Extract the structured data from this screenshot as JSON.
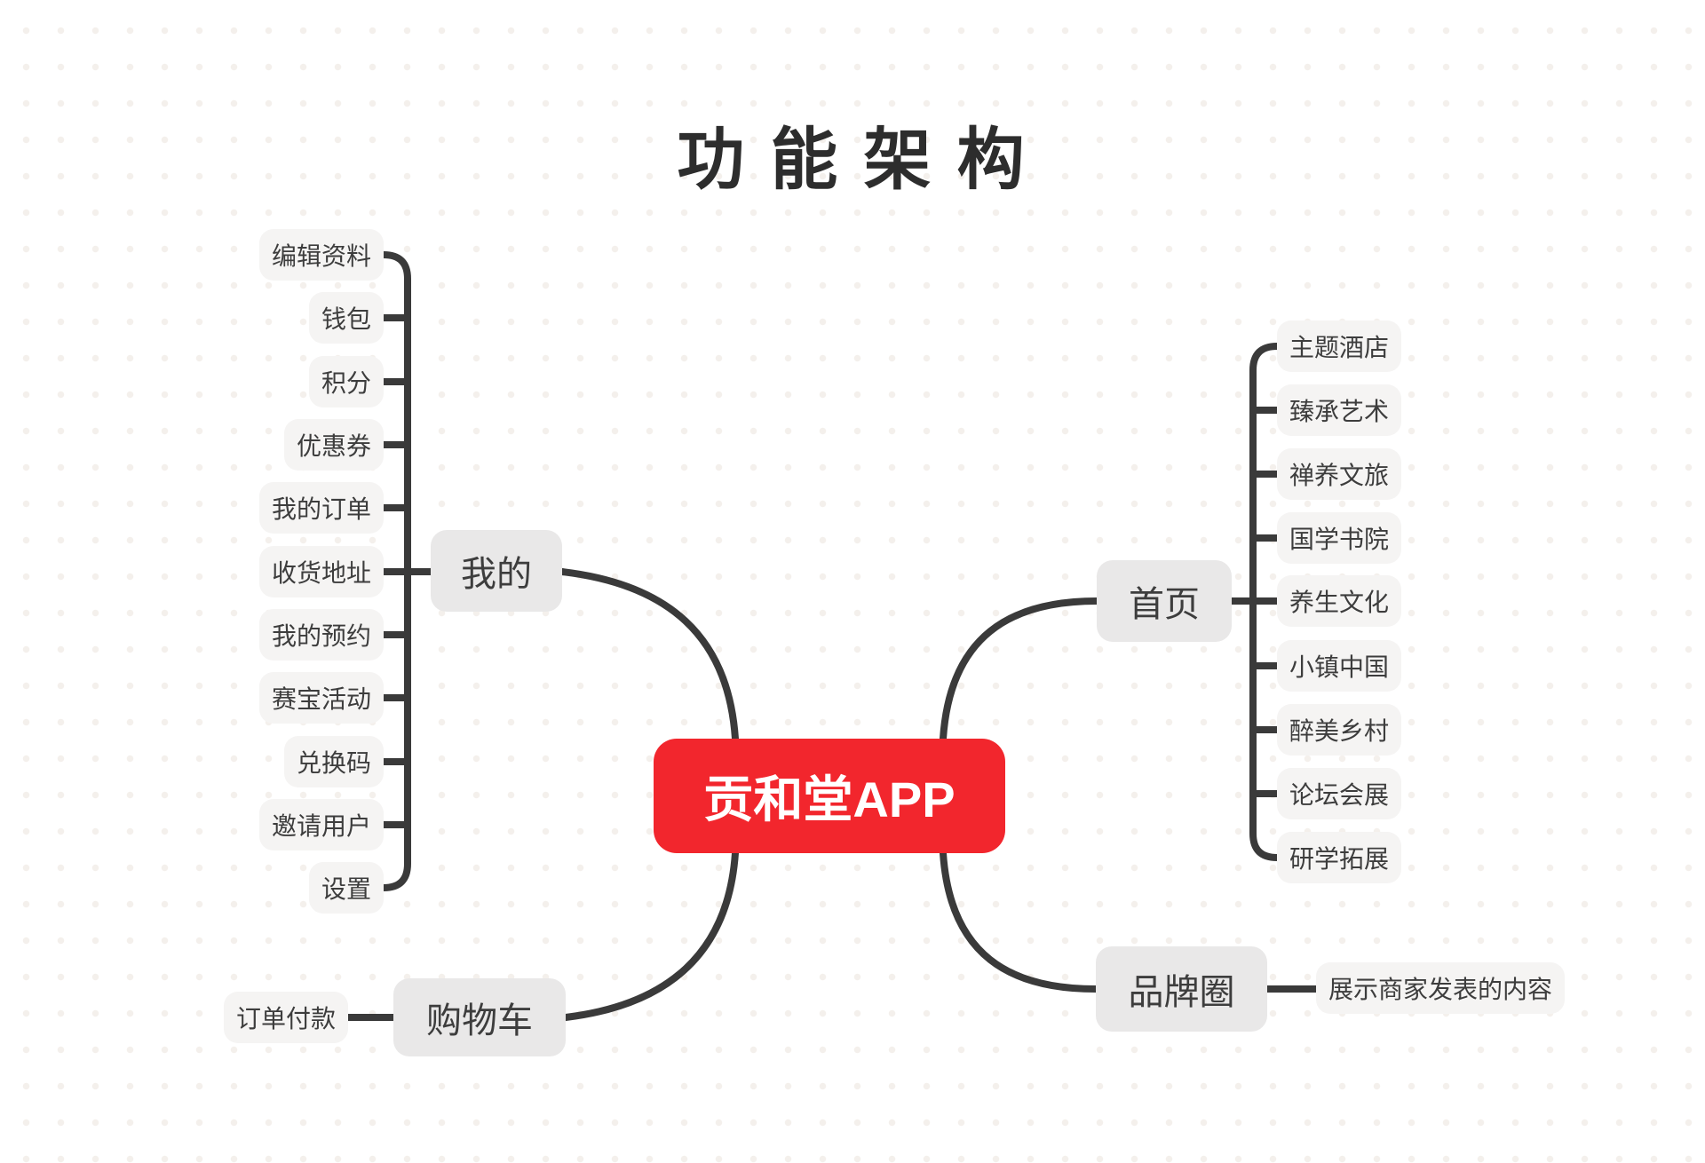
{
  "title": "功 能 架 构",
  "center_node": {
    "label": "贡和堂APP"
  },
  "branches": [
    {
      "label": "我的",
      "children": [
        "编辑资料",
        "钱包",
        "积分",
        "优惠券",
        "我的订单",
        "收货地址",
        "我的预约",
        "赛宝活动",
        "兑换码",
        "邀请用户",
        "设置"
      ]
    },
    {
      "label": "购物车",
      "children": [
        "订单付款"
      ]
    },
    {
      "label": "首页",
      "children": [
        "主题酒店",
        "臻承艺术",
        "禅养文旅",
        "国学书院",
        "养生文化",
        "小镇中国",
        "醉美乡村",
        "论坛会展",
        "研学拓展"
      ]
    },
    {
      "label": "品牌圈",
      "children": [
        "展示商家发表的内容"
      ]
    }
  ],
  "colors": {
    "center_bg": "#f2262d",
    "center_text": "#ffffff",
    "branch_bg": "#e9e8e8",
    "leaf_bg": "#f5f4f3",
    "node_text": "#3d3d3d",
    "title_text": "#2d2d2d",
    "connector": "#3a3a3a",
    "background_dot": "#f4f0ec"
  }
}
